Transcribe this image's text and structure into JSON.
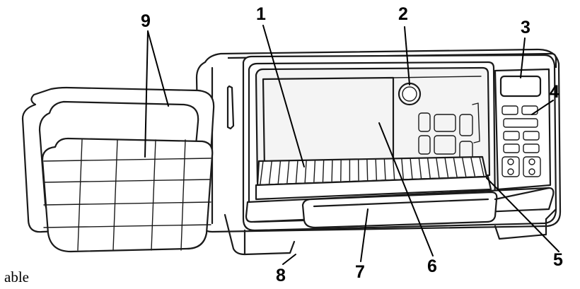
{
  "callouts": {
    "c1": "1",
    "c2": "2",
    "c3": "3",
    "c4": "4",
    "c5": "5",
    "c6": "6",
    "c7": "7",
    "c8": "8",
    "c9": "9"
  },
  "partial_text": "able"
}
